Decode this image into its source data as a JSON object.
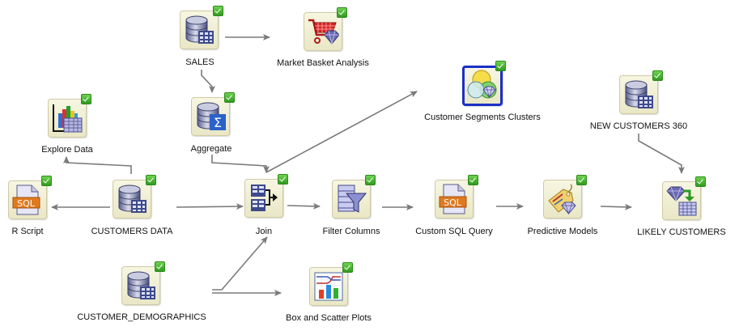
{
  "workflow": {
    "nodes": {
      "sales": {
        "label": "SALES",
        "icon": "data-source-icon",
        "status": "complete"
      },
      "market_basket": {
        "label": "Market Basket Analysis",
        "icon": "association-cart-icon",
        "status": "complete"
      },
      "segments": {
        "label": "Customer Segments Clusters",
        "icon": "clustering-icon",
        "status": "complete",
        "selected": true
      },
      "new_customers": {
        "label": "NEW CUSTOMERS 360",
        "icon": "data-source-icon",
        "status": "complete"
      },
      "explore": {
        "label": "Explore Data",
        "icon": "explore-chart-icon",
        "status": "complete"
      },
      "aggregate": {
        "label": "Aggregate",
        "icon": "aggregate-sigma-icon",
        "status": "complete"
      },
      "rscript": {
        "label": "R Script",
        "icon": "sql-script-icon",
        "status": "complete"
      },
      "customers": {
        "label": "CUSTOMERS DATA",
        "icon": "data-source-icon",
        "status": "complete"
      },
      "join": {
        "label": "Join",
        "icon": "join-icon",
        "status": "complete"
      },
      "filter": {
        "label": "Filter Columns",
        "icon": "filter-funnel-icon",
        "status": "complete"
      },
      "customsql": {
        "label": "Custom SQL Query",
        "icon": "sql-script-icon",
        "status": "complete"
      },
      "predictive": {
        "label": "Predictive Models",
        "icon": "model-tag-icon",
        "status": "complete"
      },
      "likely": {
        "label": "LIKELY CUSTOMERS",
        "icon": "apply-output-icon",
        "status": "complete"
      },
      "demographics": {
        "label": "CUSTOMER_DEMOGRAPHICS",
        "icon": "data-source-icon",
        "status": "complete"
      },
      "plots": {
        "label": "Box and Scatter Plots",
        "icon": "graph-icon",
        "status": "complete"
      }
    },
    "edges": [
      [
        "sales",
        "market_basket"
      ],
      [
        "sales",
        "aggregate"
      ],
      [
        "aggregate",
        "join"
      ],
      [
        "customers",
        "explore"
      ],
      [
        "customers",
        "rscript"
      ],
      [
        "customers",
        "join"
      ],
      [
        "join",
        "segments"
      ],
      [
        "join",
        "filter"
      ],
      [
        "filter",
        "customsql"
      ],
      [
        "customsql",
        "predictive"
      ],
      [
        "predictive",
        "likely"
      ],
      [
        "new_customers",
        "likely"
      ],
      [
        "demographics",
        "join"
      ],
      [
        "demographics",
        "plots"
      ]
    ],
    "colors": {
      "connector": "#7a7a7a",
      "selected_border": "#1a2fc7",
      "status_ok": "#3aa82a"
    }
  }
}
